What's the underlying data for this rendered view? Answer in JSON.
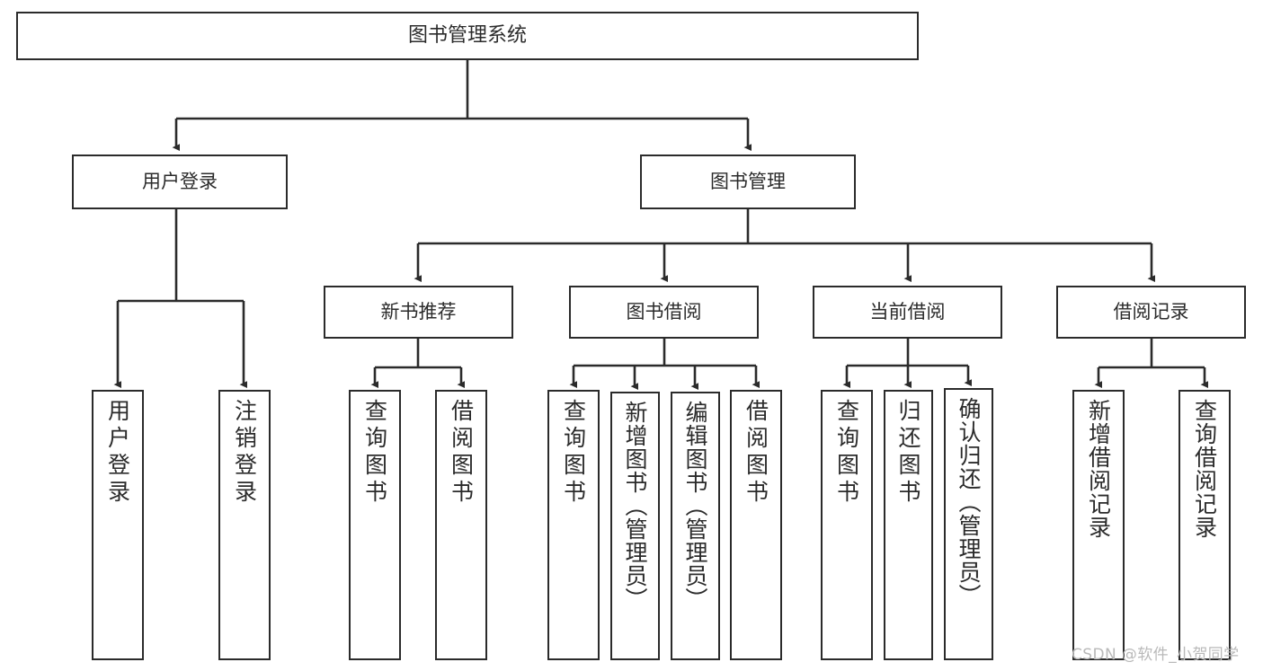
{
  "diagram": {
    "title": "图书管理系统",
    "type": "tree-hierarchy-diagram",
    "theme": {
      "background": "#ffffff",
      "stroke": "#2b2b2b",
      "box_fill": "#ffffff",
      "text": "#2b2b2b",
      "watermark": "#b9b9b9"
    },
    "nodes": {
      "root": {
        "label": "图书管理系统"
      },
      "level2": [
        {
          "id": "user-login",
          "label": "用户登录"
        },
        {
          "id": "book-management",
          "label": "图书管理"
        }
      ],
      "level3": [
        {
          "id": "new-book-recommend",
          "label": "新书推荐"
        },
        {
          "id": "book-borrow",
          "label": "图书借阅"
        },
        {
          "id": "current-borrow",
          "label": "当前借阅"
        },
        {
          "id": "borrow-record",
          "label": "借阅记录"
        }
      ],
      "leaves": {
        "user_login": [
          {
            "id": "leaf-user-login",
            "label": "用户登录"
          },
          {
            "id": "leaf-logout-login",
            "label": "注销登录"
          }
        ],
        "new_book_recommend": [
          {
            "id": "leaf-query-book-1",
            "label": "查询图书"
          },
          {
            "id": "leaf-borrow-book-1",
            "label": "借阅图书"
          }
        ],
        "book_borrow": [
          {
            "id": "leaf-query-book-2",
            "label": "查询图书"
          },
          {
            "id": "leaf-add-book",
            "label": "新增图书（管理员）"
          },
          {
            "id": "leaf-edit-book",
            "label": "编辑图书（管理员）"
          },
          {
            "id": "leaf-borrow-book-2",
            "label": "借阅图书"
          }
        ],
        "current_borrow": [
          {
            "id": "leaf-query-book-3",
            "label": "查询图书"
          },
          {
            "id": "leaf-return-book",
            "label": "归还图书"
          },
          {
            "id": "leaf-confirm-return",
            "label": "确认归还（管理员）"
          }
        ],
        "borrow_record": [
          {
            "id": "leaf-add-borrow-record",
            "label": "新增借阅记录"
          },
          {
            "id": "leaf-query-borrow-record",
            "label": "查询借阅记录"
          }
        ]
      }
    },
    "watermark": "CSDN @软件_小贺同学"
  }
}
